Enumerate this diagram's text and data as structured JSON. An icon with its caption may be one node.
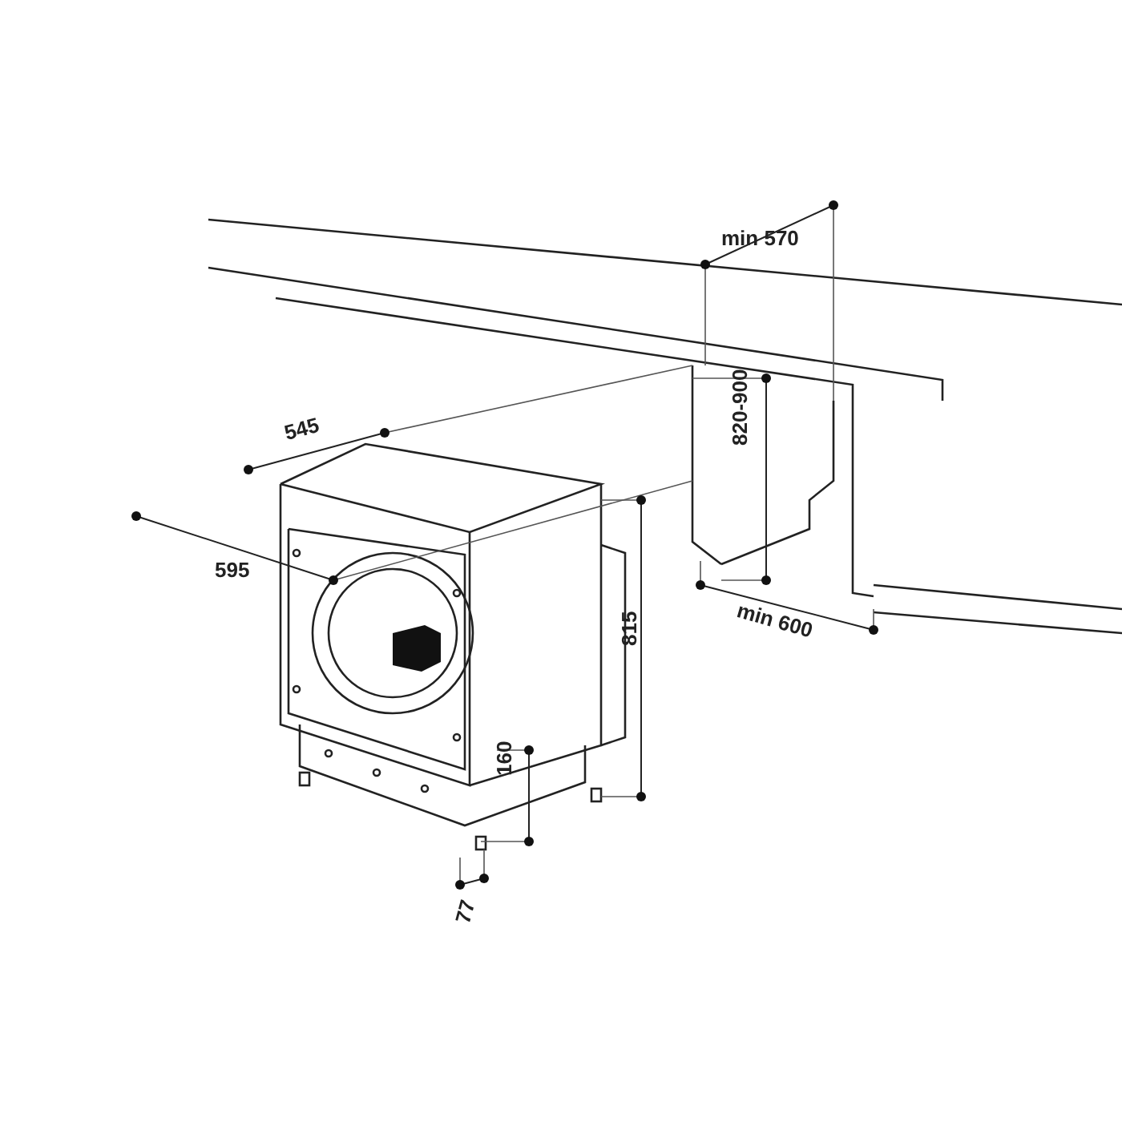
{
  "diagram": {
    "labels": [
      "min 570",
      "545",
      "820-900",
      "595",
      "min 600",
      "815",
      "160",
      "77"
    ]
  }
}
